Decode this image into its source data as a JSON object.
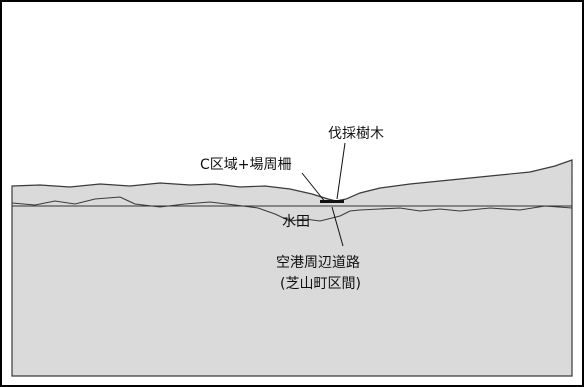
{
  "labels": {
    "tree_felling": "伐採樹木",
    "zone_fence": "C区域+場周柵",
    "paddy": "水田",
    "road_line1": "空港周辺道路",
    "road_line2": "(芝山町区間)"
  },
  "colors": {
    "sky": "#ffffff",
    "ground": "#dadada",
    "outline": "#3a3a3a",
    "border": "#000000"
  }
}
